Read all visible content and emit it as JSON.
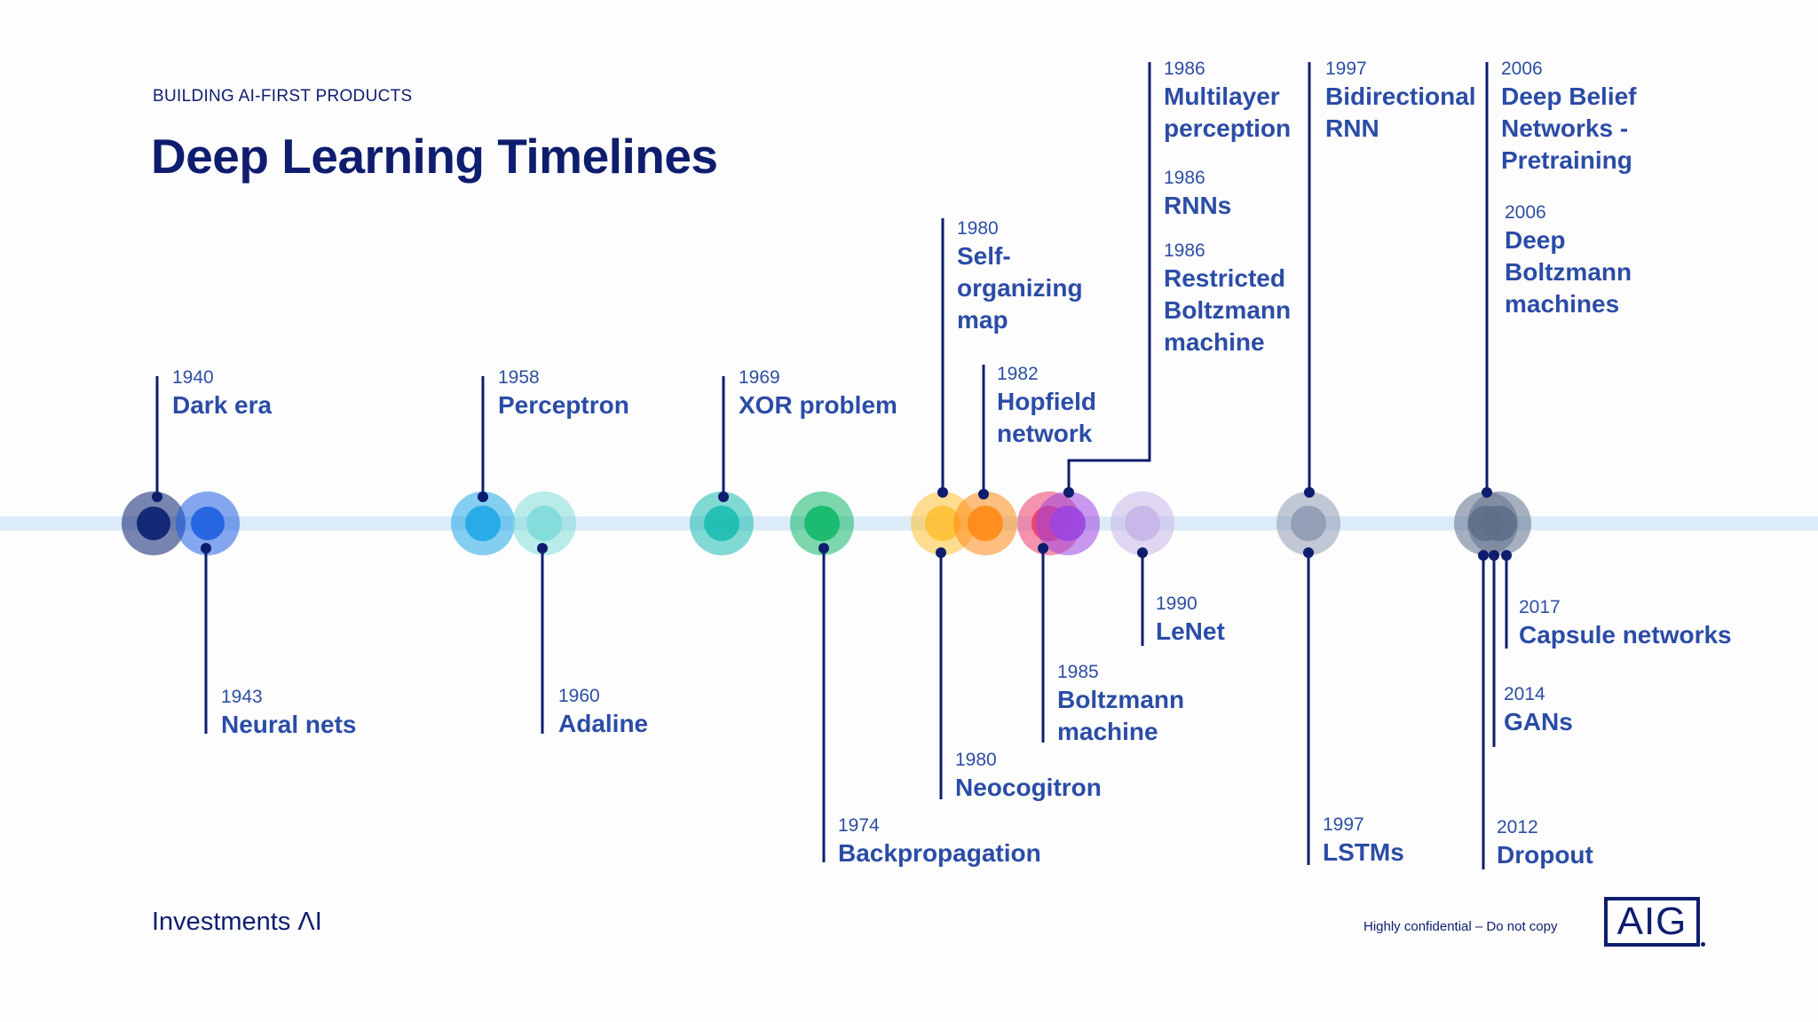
{
  "header": {
    "kicker": "BUILDING AI-FIRST PRODUCTS",
    "title": "Deep Learning Timelines"
  },
  "timeline": {
    "events": [
      {
        "id": "dark-era",
        "year": "1940",
        "label": "Dark era",
        "color": "#0a2070"
      },
      {
        "id": "neural-nets",
        "year": "1943",
        "label": "Neural nets",
        "color": "#1f5fe0"
      },
      {
        "id": "perceptron",
        "year": "1958",
        "label": "Perceptron",
        "color": "#1fa8e6"
      },
      {
        "id": "adaline",
        "year": "1960",
        "label": "Adaline",
        "color": "#7fdcd9"
      },
      {
        "id": "xor-problem",
        "year": "1969",
        "label": "XOR problem",
        "color": "#1cbcb0"
      },
      {
        "id": "backpropagation",
        "year": "1974",
        "label": "Backpropagation",
        "color": "#12b86a"
      },
      {
        "id": "self-organizing-map",
        "year": "1980",
        "label": "Self-organizing map",
        "color": "#ffc135"
      },
      {
        "id": "neocogitron",
        "year": "1980",
        "label": "Neocogitron",
        "color": "#ffc135"
      },
      {
        "id": "hopfield-network",
        "year": "1982",
        "label": "Hopfield network",
        "color": "#ff8a15"
      },
      {
        "id": "boltzmann-machine",
        "year": "1985",
        "label": "Boltzmann machine",
        "color": "#ee3d6b"
      },
      {
        "id": "multilayer-perception",
        "year": "1986",
        "label": "Multilayer perception",
        "color": "#9b45e0"
      },
      {
        "id": "rnns",
        "year": "1986",
        "label": "RNNs",
        "color": "#9b45e0"
      },
      {
        "id": "restricted-boltzmann-machine",
        "year": "1986",
        "label": "Restricted Boltzmann machine",
        "color": "#9b45e0"
      },
      {
        "id": "lenet",
        "year": "1990",
        "label": "LeNet",
        "color": "#c6b6e8"
      },
      {
        "id": "bidirectional-rnn",
        "year": "1997",
        "label": "Bidirectional RNN",
        "color": "#8f9bb3"
      },
      {
        "id": "lstms",
        "year": "1997",
        "label": "LSTMs",
        "color": "#8f9bb3"
      },
      {
        "id": "deep-belief-networks",
        "year": "2006",
        "label": "Deep Belief Networks - Pretraining",
        "color": "#5f6f8a"
      },
      {
        "id": "deep-boltzmann-machines",
        "year": "2006",
        "label": "Deep Boltzmann machines",
        "color": "#5f6f8a"
      },
      {
        "id": "dropout",
        "year": "2012",
        "label": "Dropout",
        "color": "#5f6f8a"
      },
      {
        "id": "gans",
        "year": "2014",
        "label": "GANs",
        "color": "#5f6f8a"
      },
      {
        "id": "capsule-networks",
        "year": "2017",
        "label": "Capsule networks",
        "color": "#5f6f8a"
      }
    ]
  },
  "footer": {
    "brand": "Investments ΛI",
    "confidential": "Highly confidential – Do not copy",
    "logo": "AIG"
  },
  "colors": {
    "navy": "#0e1d6e",
    "label_blue": "#2b4ca6",
    "axis_band": "#dcebf8",
    "background": "#fdfdfe"
  }
}
